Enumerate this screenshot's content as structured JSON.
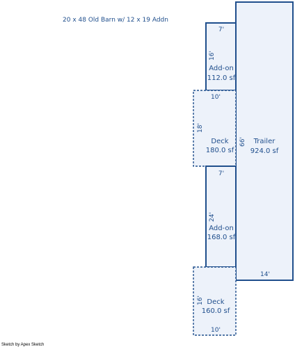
{
  "title": "20 x 48 Old Barn w/ 12 x 19 Addn",
  "credit": "Sketch by Apex Sketch",
  "colors": {
    "line": "#1f4e8c",
    "fill": "#edf2fa",
    "text": "#1f4e8c"
  },
  "areas": {
    "trailer": {
      "name": "Trailer",
      "area": "924.0 sf",
      "side_dim": "66'",
      "bottom_dim": "14'",
      "border": "solid"
    },
    "addon_top": {
      "name": "Add-on",
      "area": "112.0 sf",
      "top_dim": "7'",
      "side_dim": "16'",
      "border": "solid"
    },
    "deck_upper": {
      "name": "Deck",
      "area": "180.0 sf",
      "top_dim": "10'",
      "side_dim": "18'",
      "border": "dashed"
    },
    "addon_bottom": {
      "name": "Add-on",
      "area": "168.0 sf",
      "top_dim": "7'",
      "side_dim": "24'",
      "border": "solid"
    },
    "deck_lower": {
      "name": "Deck",
      "area": "160.0 sf",
      "side_dim": "16'",
      "bottom_dim": "10'",
      "border": "dashed"
    }
  }
}
